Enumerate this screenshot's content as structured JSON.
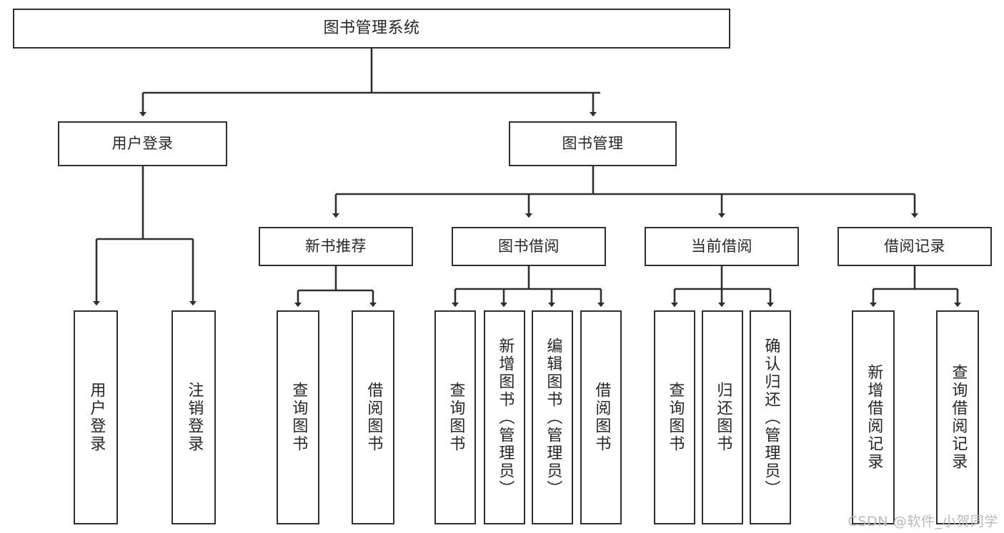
{
  "diagram": {
    "title": "图书管理系统",
    "type": "tree-hierarchy-chart",
    "root": {
      "label": "图书管理系统"
    },
    "level2": [
      {
        "label": "用户登录"
      },
      {
        "label": "图书管理"
      }
    ],
    "level3": [
      {
        "label": "新书推荐"
      },
      {
        "label": "图书借阅"
      },
      {
        "label": "当前借阅"
      },
      {
        "label": "借阅记录"
      }
    ],
    "leaves": {
      "user_login": [
        {
          "label": "用户登录"
        },
        {
          "label": "注销登录"
        }
      ],
      "new_book_recommend": [
        {
          "label": "查询图书"
        },
        {
          "label": "借阅图书"
        }
      ],
      "book_borrow": [
        {
          "label": "查询图书"
        },
        {
          "label": "新增图书（管理员）"
        },
        {
          "label": "编辑图书（管理员）"
        },
        {
          "label": "借阅图书"
        }
      ],
      "current_borrow": [
        {
          "label": "查询图书"
        },
        {
          "label": "归还图书"
        },
        {
          "label": "确认归还（管理员）"
        }
      ],
      "borrow_record": [
        {
          "label": "新增借阅记录"
        },
        {
          "label": "查询借阅记录"
        }
      ]
    }
  },
  "watermark": {
    "text": "CSDN @软件_小贺同学"
  },
  "colors": {
    "stroke": "#2f2f2f",
    "text": "#262626",
    "background": "#ffffff",
    "watermark": "#b9b9b9"
  }
}
